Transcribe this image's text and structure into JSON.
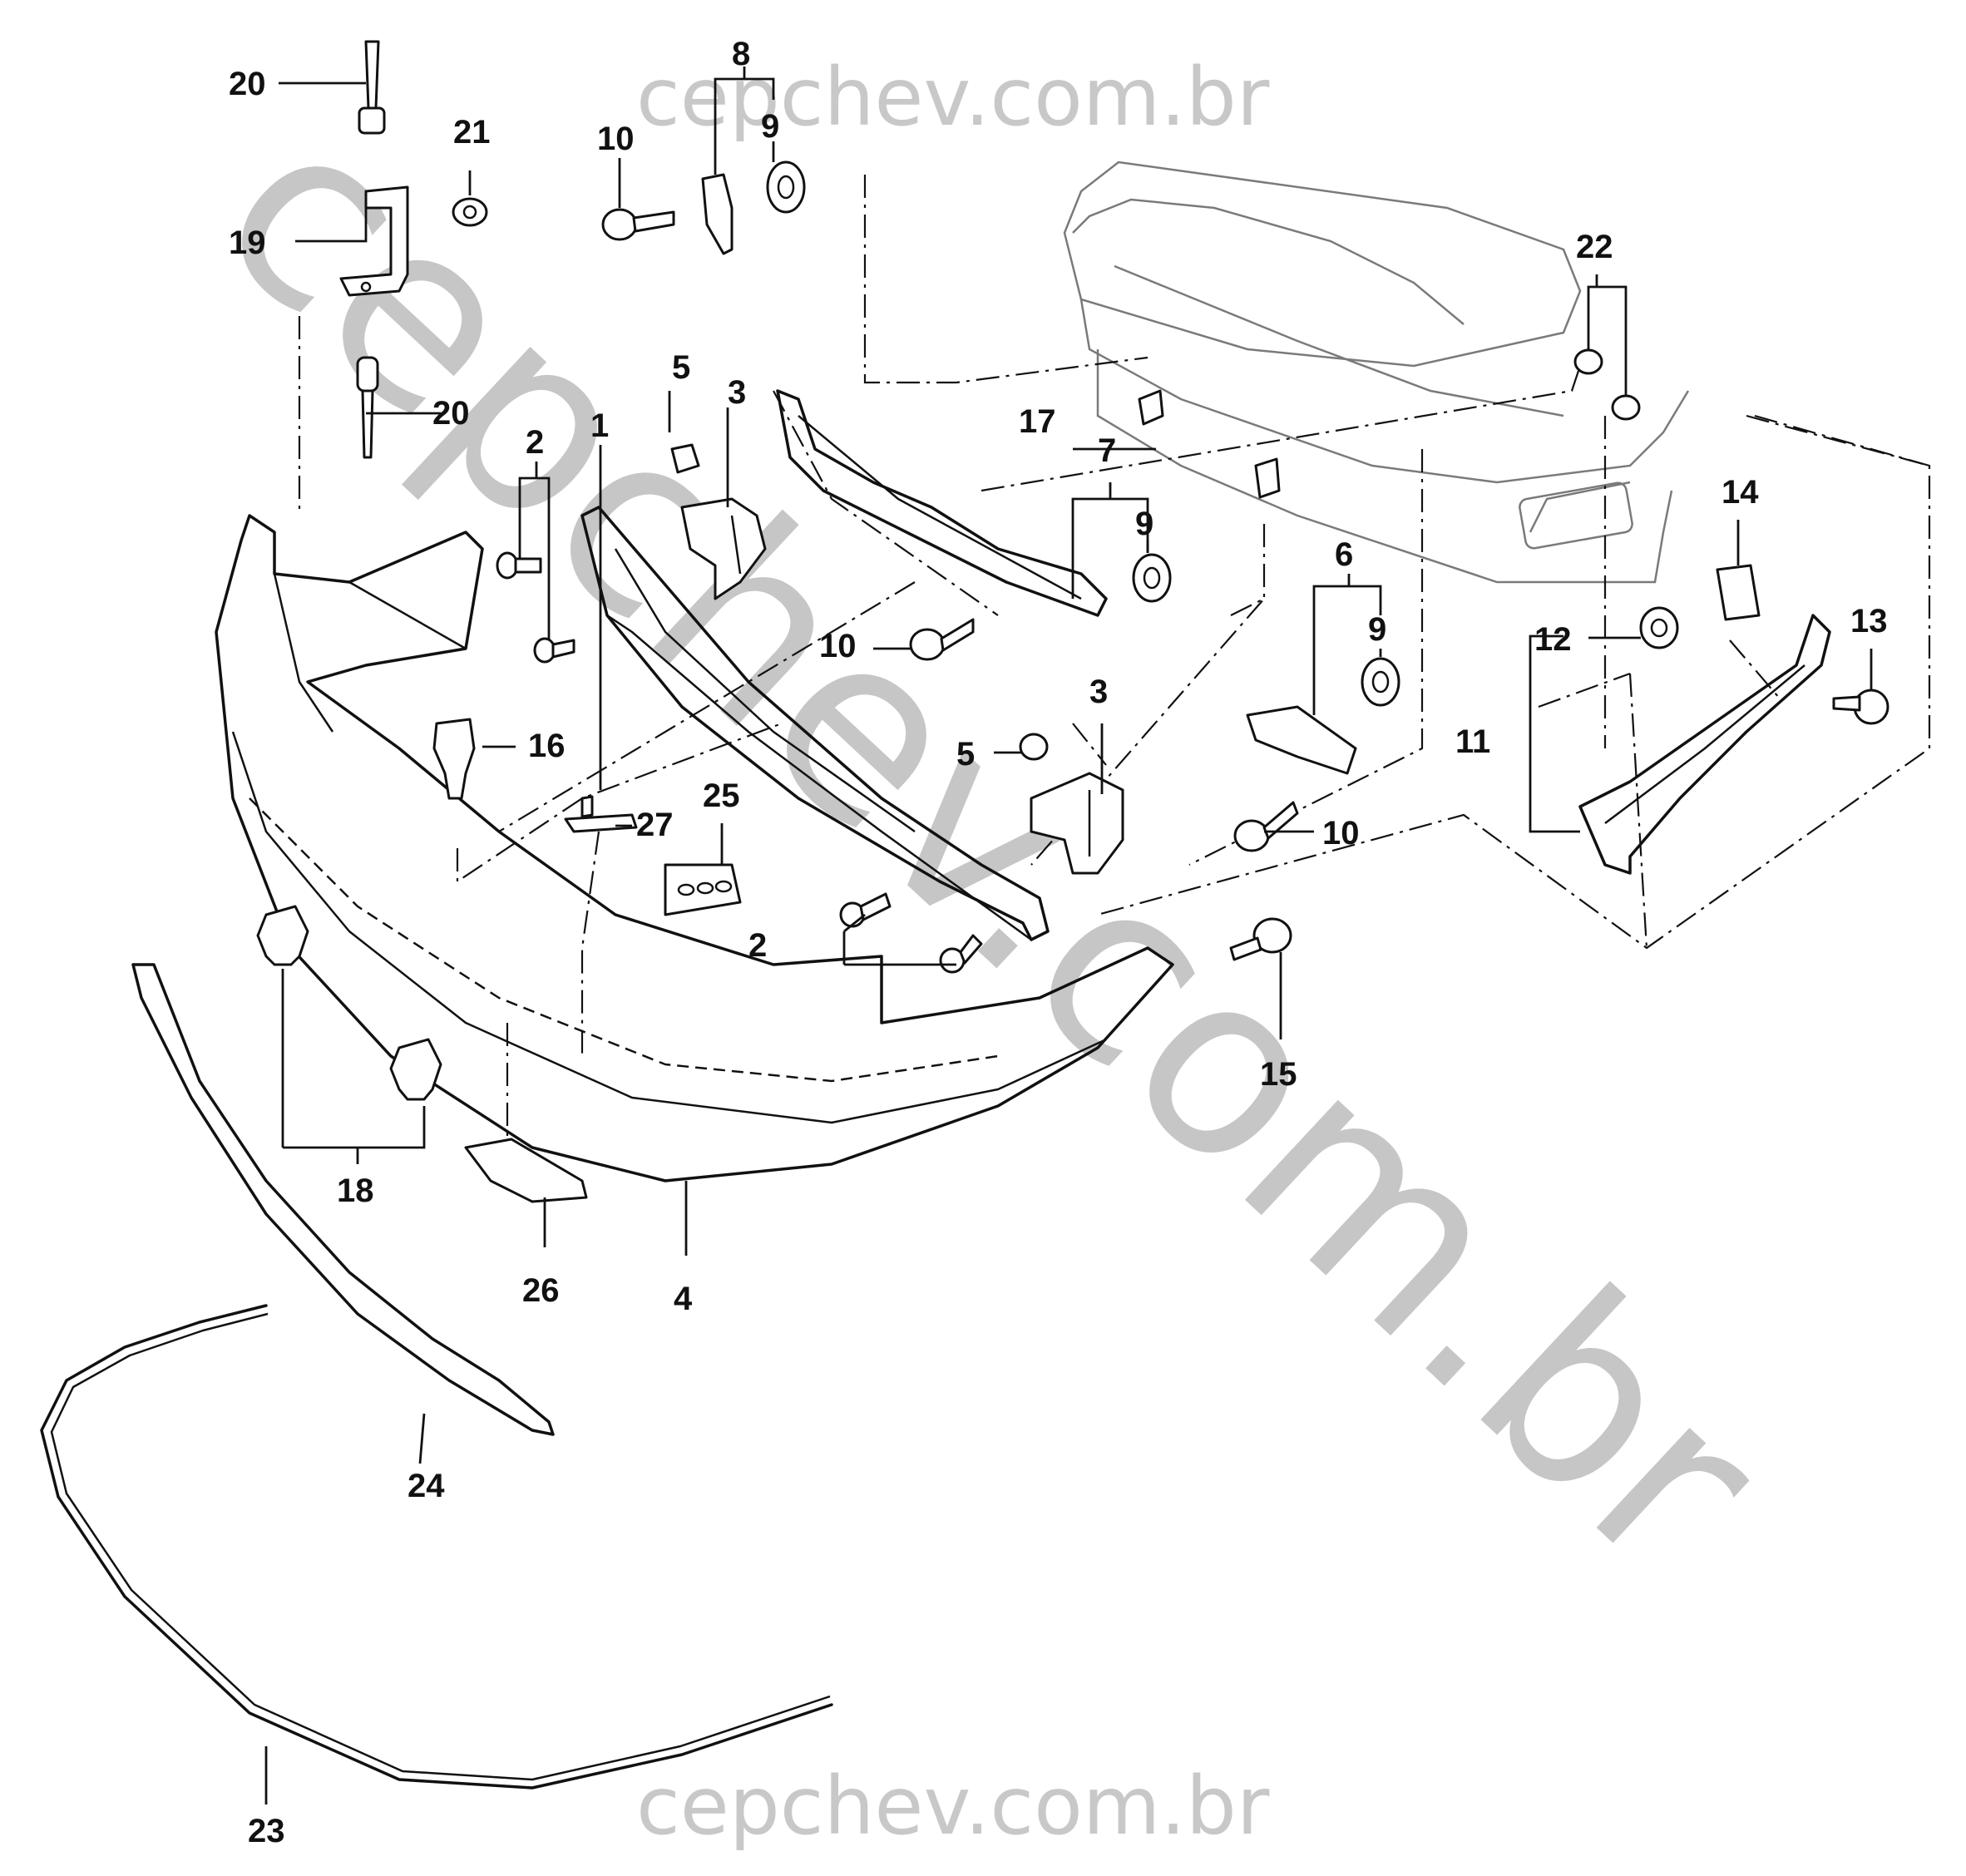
{
  "watermark": {
    "top": "cepchev.com.br",
    "bottom": "cepchev.com.br",
    "diagonal": "cepchev.com.br"
  },
  "callouts": {
    "c1": "1",
    "c2a": "2",
    "c2b": "2",
    "c3a": "3",
    "c3b": "3",
    "c4": "4",
    "c5a": "5",
    "c5b": "5",
    "c6": "6",
    "c7": "7",
    "c8": "8",
    "c9a": "9",
    "c9b": "9",
    "c9c": "9",
    "c10a": "10",
    "c10b": "10",
    "c10c": "10",
    "c11": "11",
    "c12": "12",
    "c13": "13",
    "c14": "14",
    "c15": "15",
    "c16": "16",
    "c17": "17",
    "c18": "18",
    "c19": "19",
    "c20a": "20",
    "c20b": "20",
    "c21": "21",
    "c22": "22",
    "c23": "23",
    "c24": "24",
    "c25": "25",
    "c26": "26",
    "c27": "27"
  }
}
